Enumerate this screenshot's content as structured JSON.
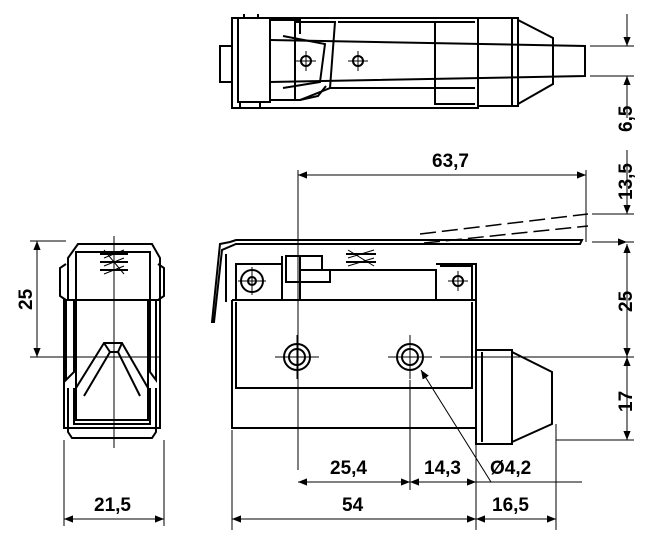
{
  "dimensions": {
    "top_right_small": "6,5",
    "lever_length": "63,7",
    "lever_travel": "13,5",
    "body_height_side": "25",
    "body_height_front": "25",
    "plunger_height": "17",
    "hole_spacing": "25,4",
    "hole_to_edge": "14,3",
    "hole_diameter": "Ø4,2",
    "front_width": "21,5",
    "body_length": "54",
    "plunger_extension": "16,5"
  }
}
